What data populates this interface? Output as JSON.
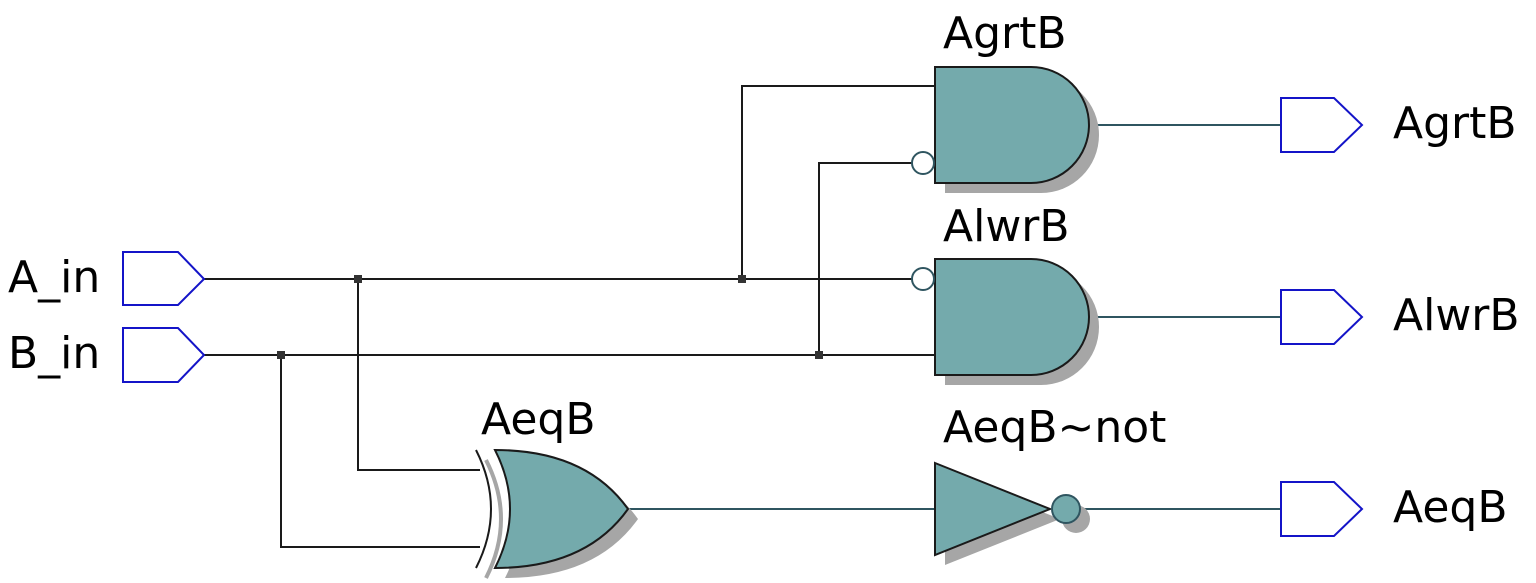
{
  "inputs": [
    {
      "label": "A_in"
    },
    {
      "label": "B_in"
    }
  ],
  "gates": [
    {
      "type": "and",
      "label": "AgrtB"
    },
    {
      "type": "and",
      "label": "AlwrB"
    },
    {
      "type": "xor",
      "label": "AeqB"
    },
    {
      "type": "not",
      "label": "AeqB~not"
    }
  ],
  "outputs": [
    {
      "label": "AgrtB"
    },
    {
      "label": "AlwrB"
    },
    {
      "label": "AeqB"
    }
  ],
  "colors": {
    "gate_fill": "#74aaac",
    "pin_stroke": "#1414c8",
    "wire": "#1a1a1a"
  }
}
